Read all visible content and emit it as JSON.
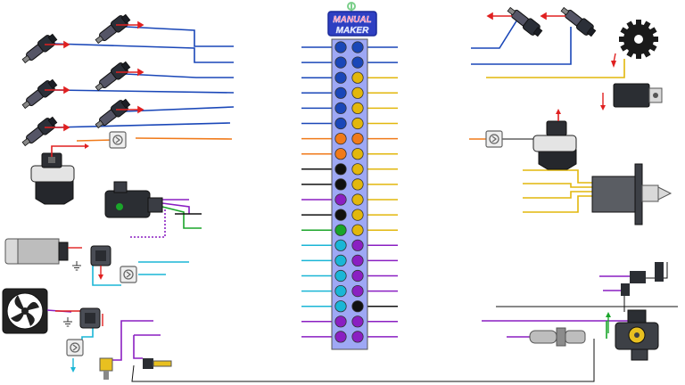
{
  "logo": {
    "line1": "MANUAL",
    "line2": "MAKER"
  },
  "colors": {
    "blue": "#1a47b8",
    "orange": "#f07a1a",
    "yellow": "#e2b70c",
    "black": "#111111",
    "purple": "#8a1fc2",
    "green": "#1aa52a",
    "cyan": "#1ab6d6",
    "red": "#e02020",
    "connector": "#9ea8f5"
  },
  "connector": {
    "left_pins": [
      "blue",
      "blue",
      "blue",
      "blue",
      "blue",
      "blue",
      "orange",
      "orange",
      "black",
      "black",
      "purple",
      "black",
      "green",
      "cyan",
      "cyan",
      "cyan",
      "cyan",
      "cyan",
      "purple",
      "purple"
    ],
    "right_pins": [
      "blue",
      "blue",
      "yellow",
      "yellow",
      "yellow",
      "yellow",
      "orange",
      "yellow",
      "yellow",
      "yellow",
      "yellow",
      "yellow",
      "yellow",
      "purple",
      "purple",
      "purple",
      "purple",
      "black",
      "purple",
      "purple"
    ]
  },
  "components": [
    {
      "name": "injector-1",
      "icon": "fuel-injector-icon"
    },
    {
      "name": "injector-2",
      "icon": "fuel-injector-icon"
    },
    {
      "name": "injector-3",
      "icon": "fuel-injector-icon"
    },
    {
      "name": "injector-4",
      "icon": "fuel-injector-icon"
    },
    {
      "name": "injector-5",
      "icon": "fuel-injector-icon"
    },
    {
      "name": "injector-6",
      "icon": "fuel-injector-icon"
    },
    {
      "name": "injector-7",
      "icon": "fuel-injector-icon"
    },
    {
      "name": "injector-8",
      "icon": "fuel-injector-icon"
    },
    {
      "name": "ignition-coil-left",
      "icon": "ignition-coil-icon"
    },
    {
      "name": "ignition-coil-right",
      "icon": "ignition-coil-icon"
    },
    {
      "name": "map-sensor",
      "icon": "map-sensor-icon"
    },
    {
      "name": "fuel-pump",
      "icon": "fuel-pump-icon"
    },
    {
      "name": "cooling-fan",
      "icon": "fan-icon"
    },
    {
      "name": "trigger-wheel",
      "icon": "gear-icon"
    },
    {
      "name": "idle-valve",
      "icon": "idle-valve-icon"
    },
    {
      "name": "lambda-sensor",
      "icon": "o2-sensor-icon"
    },
    {
      "name": "throttle-position-sensor",
      "icon": "tps-icon"
    },
    {
      "name": "temperature-sensors",
      "icon": "temp-sensor-icon"
    }
  ]
}
